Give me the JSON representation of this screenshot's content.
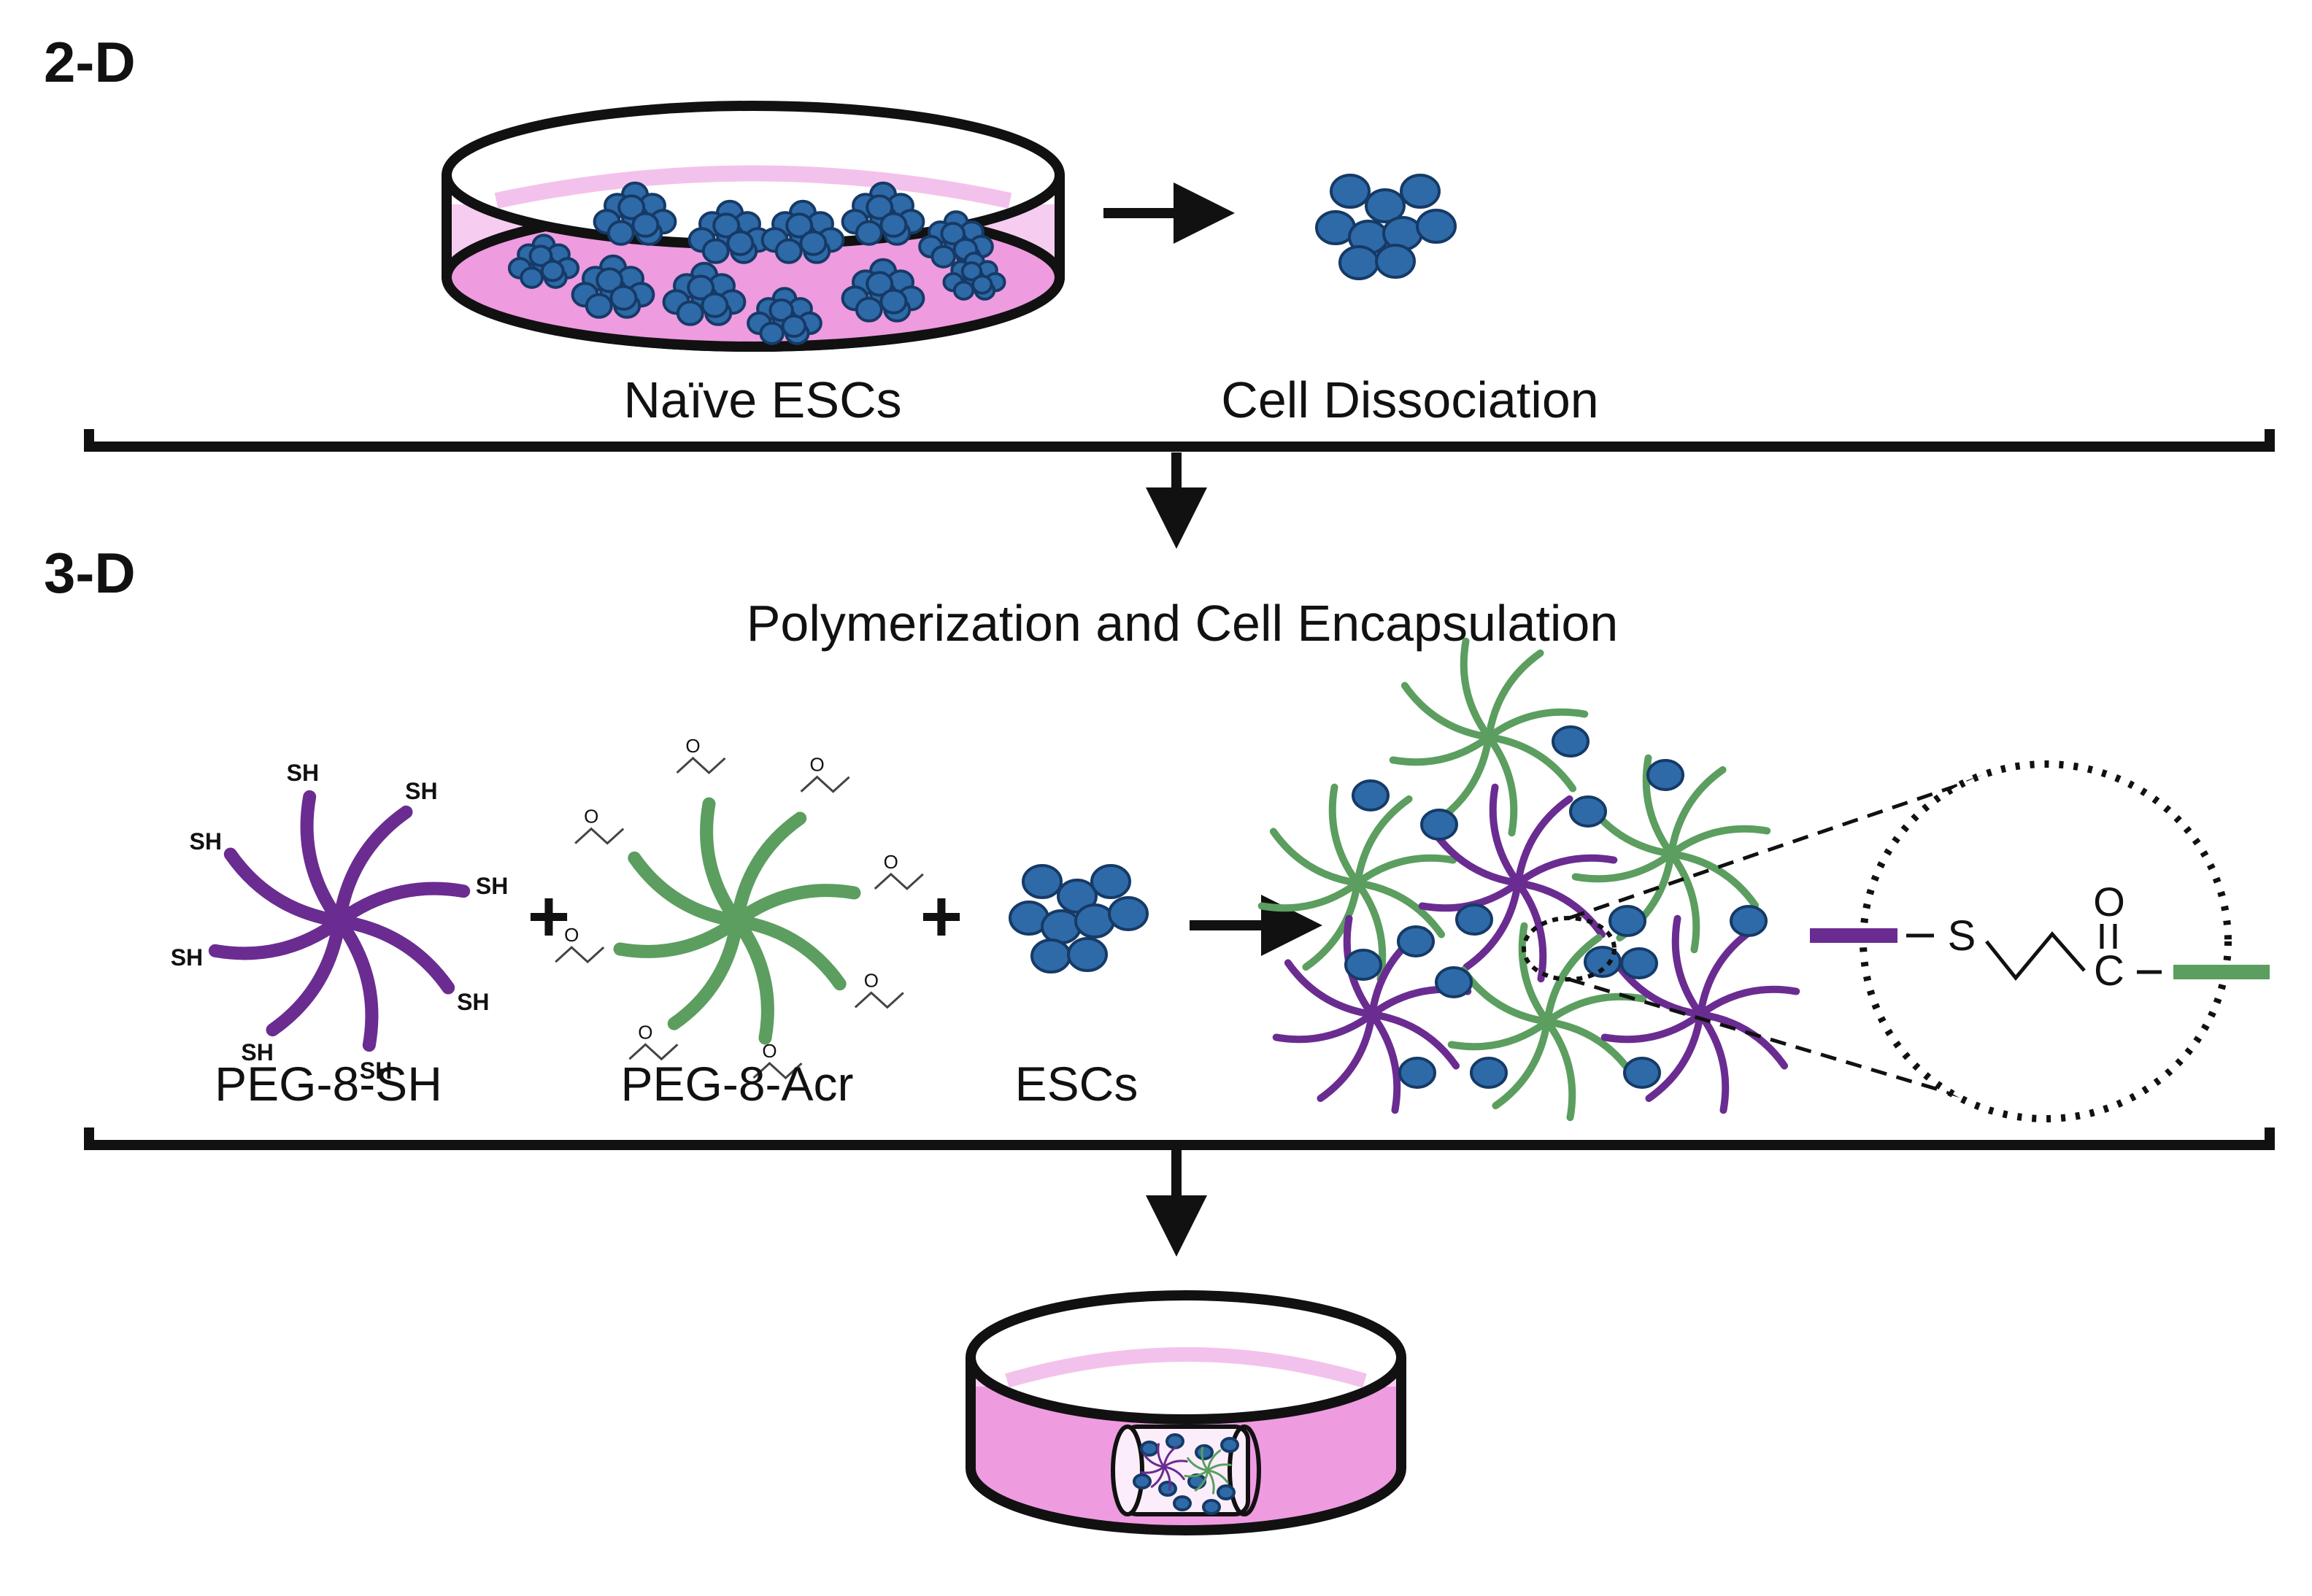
{
  "sections": {
    "top_label": "2-D",
    "middle_label": "3-D"
  },
  "top": {
    "naive_label": "Naïve ESCs",
    "dissociation_label": "Cell Dissociation"
  },
  "middle": {
    "title": "Polymerization and Cell Encapsulation",
    "peg_sh_label": "PEG-8-SH",
    "peg_acr_label": "PEG-8-Acr",
    "escs_label": "ESCs",
    "plus_symbol": "+",
    "sh_group": "SH",
    "carbonyl_o": "O",
    "linkage": {
      "sulfur": "S",
      "oxygen": "O",
      "carbon": "C",
      "dash": "–"
    }
  },
  "colors": {
    "cell_fill": "#2e6aa8",
    "cell_stroke": "#163a66",
    "peg_sh": "#6a2c91",
    "peg_acr": "#5b9e5f",
    "media_pink": "#ee9be0",
    "media_light": "#f6cdf0",
    "outline": "#111111"
  }
}
